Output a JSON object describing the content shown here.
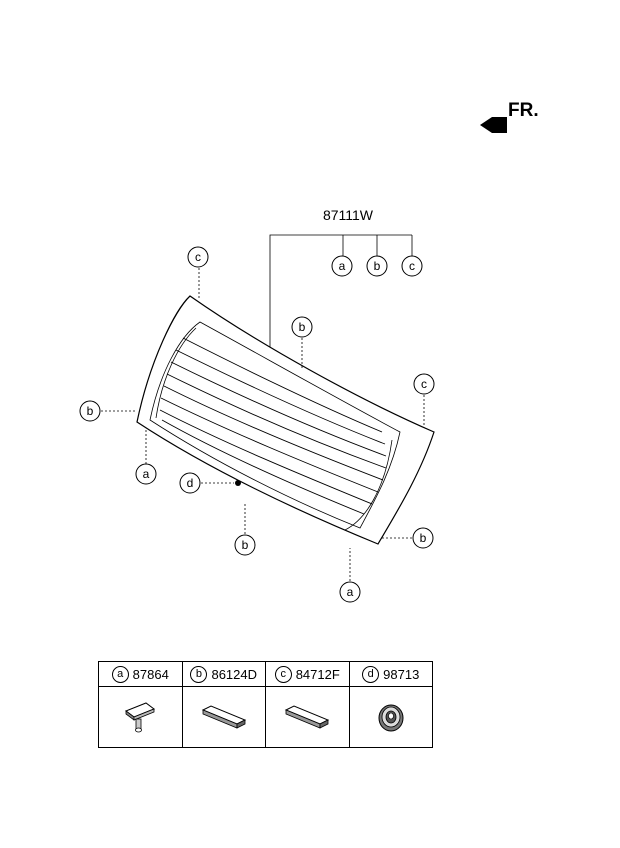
{
  "direction_label": "FR.",
  "main_part_number": "87111W",
  "callout_letters": {
    "a": "a",
    "b": "b",
    "c": "c",
    "d": "d"
  },
  "legend": [
    {
      "letter": "a",
      "part_number": "87864",
      "icon": "clip-icon"
    },
    {
      "letter": "b",
      "part_number": "86124D",
      "icon": "pad-icon"
    },
    {
      "letter": "c",
      "part_number": "84712F",
      "icon": "pad-icon"
    },
    {
      "letter": "d",
      "part_number": "98713",
      "icon": "grommet-icon"
    }
  ]
}
